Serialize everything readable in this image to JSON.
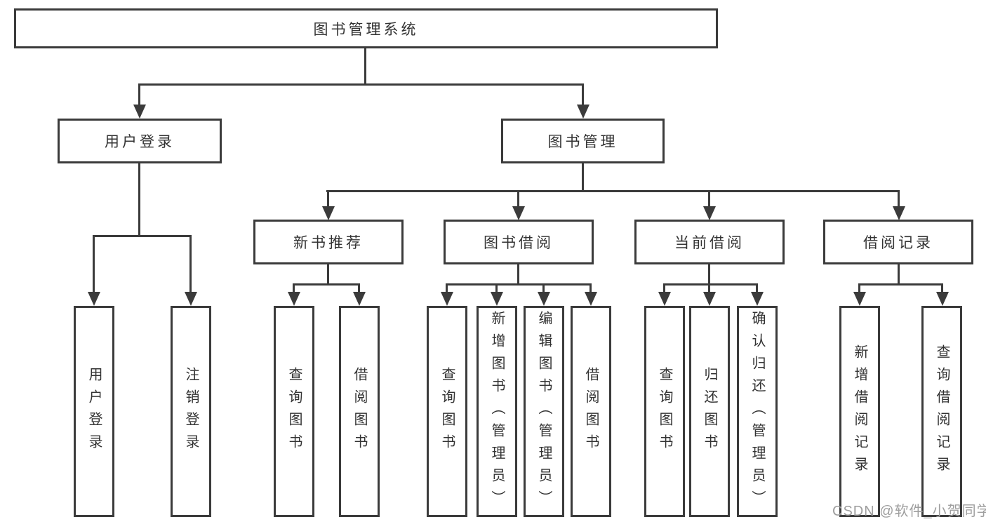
{
  "tree": {
    "label": "图书管理系统",
    "children": [
      {
        "label": "用户登录",
        "children": [
          {
            "label": "用户登录"
          },
          {
            "label": "注销登录"
          }
        ]
      },
      {
        "label": "图书管理",
        "children": [
          {
            "label": "新书推荐",
            "children": [
              {
                "label": "查询图书"
              },
              {
                "label": "借阅图书"
              }
            ]
          },
          {
            "label": "图书借阅",
            "children": [
              {
                "label": "查询图书"
              },
              {
                "label": "新增图书（管理员）"
              },
              {
                "label": "编辑图书（管理员）"
              },
              {
                "label": "借阅图书"
              }
            ]
          },
          {
            "label": "当前借阅",
            "children": [
              {
                "label": "查询图书"
              },
              {
                "label": "归还图书"
              },
              {
                "label": "确认归还（管理员）"
              }
            ]
          },
          {
            "label": "借阅记录",
            "children": [
              {
                "label": "新增借阅记录"
              },
              {
                "label": "查询借阅记录"
              }
            ]
          }
        ]
      }
    ]
  },
  "watermark": {
    "text": "CSDN @软件_小贺同学"
  },
  "colors": {
    "line": "#3b3b3b",
    "text": "#333333",
    "box-bg": "#ffffff",
    "page-bg": "#ffffff",
    "watermark": "#9e9e9e"
  }
}
